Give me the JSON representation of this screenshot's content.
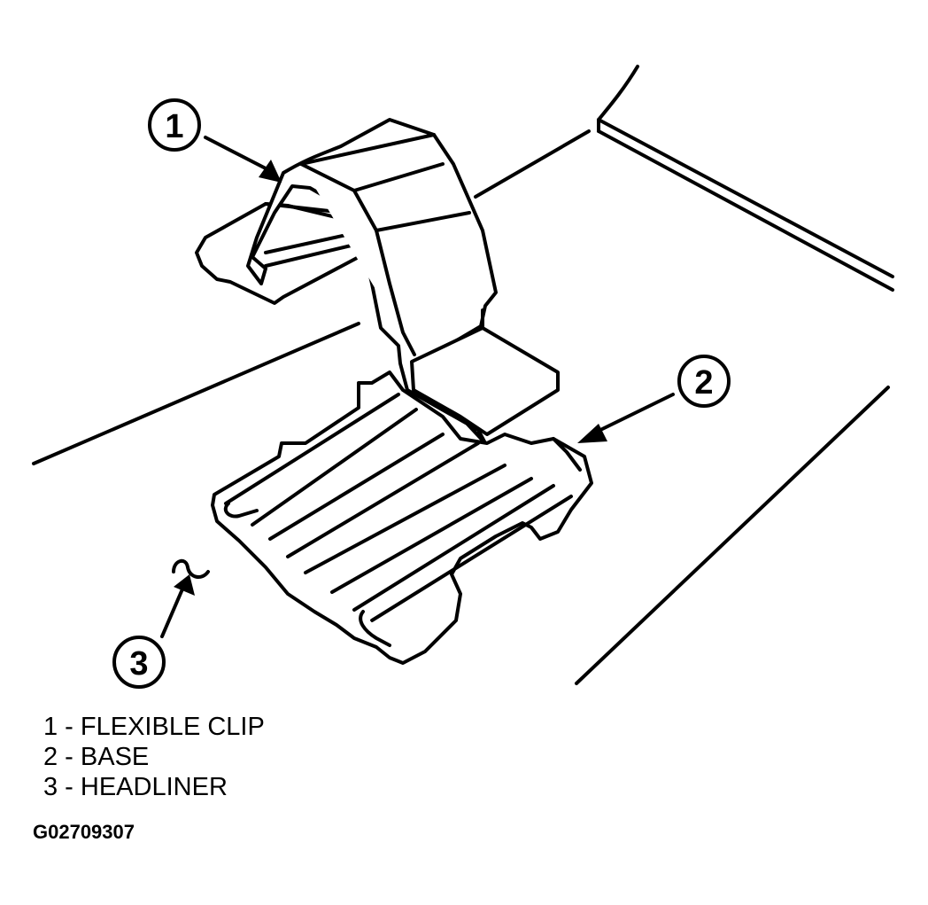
{
  "callouts": [
    {
      "number": "1"
    },
    {
      "number": "2"
    },
    {
      "number": "3"
    }
  ],
  "legend": [
    "1 - FLEXIBLE CLIP",
    "2 - BASE",
    "3 - HEADLINER"
  ],
  "figure_code": "G02709307"
}
